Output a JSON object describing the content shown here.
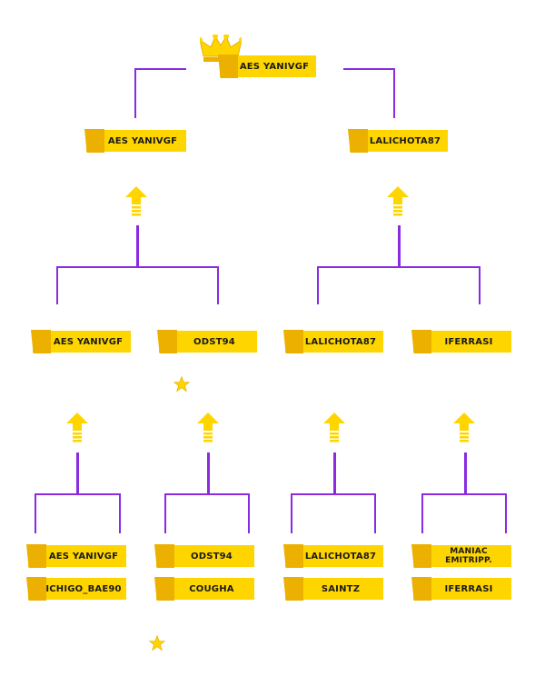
{
  "colors": {
    "gold": "#ffd500",
    "tab": "#ebb000",
    "line": "#8a2be2",
    "text": "#1a1a1a"
  },
  "winner": {
    "name": "AES YANIVGF",
    "icon": "crown-icon"
  },
  "final": {
    "left": "AES YANIVGF",
    "right": "LALICHOTA87"
  },
  "semifinal": [
    {
      "top": "AES YANIVGF"
    },
    {
      "top": "ODST94"
    },
    {
      "top": "LALICHOTA87"
    },
    {
      "top": "IFERRASI"
    }
  ],
  "quarterfinal": [
    {
      "player1": "AES YANIVGF",
      "player2": "ICHIGO_BAE90"
    },
    {
      "player1": "ODST94",
      "player2": "COUGHA"
    },
    {
      "player1": "LALICHOTA87",
      "player2": "SAINTZ"
    },
    {
      "player1": "MANIAC EMITRIPP.",
      "player2": "IFERRASI"
    }
  ],
  "icons": {
    "advance": "up-arrow-icon",
    "favorite": "star-icon"
  }
}
